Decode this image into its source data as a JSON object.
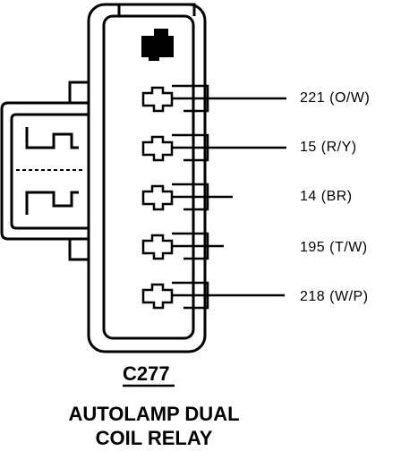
{
  "connector": {
    "id": "C277",
    "caption_line1": "AUTOLAMP DUAL",
    "caption_line2": "COIL RELAY"
  },
  "pins": [
    {
      "label": "221 (O/W)"
    },
    {
      "label": "15 (R/Y)"
    },
    {
      "label": "14 (BR)"
    },
    {
      "label": "195 (T/W)"
    },
    {
      "label": "218 (W/P)"
    }
  ],
  "colors": {
    "ink": "#000000",
    "paper": "#ffffff"
  }
}
